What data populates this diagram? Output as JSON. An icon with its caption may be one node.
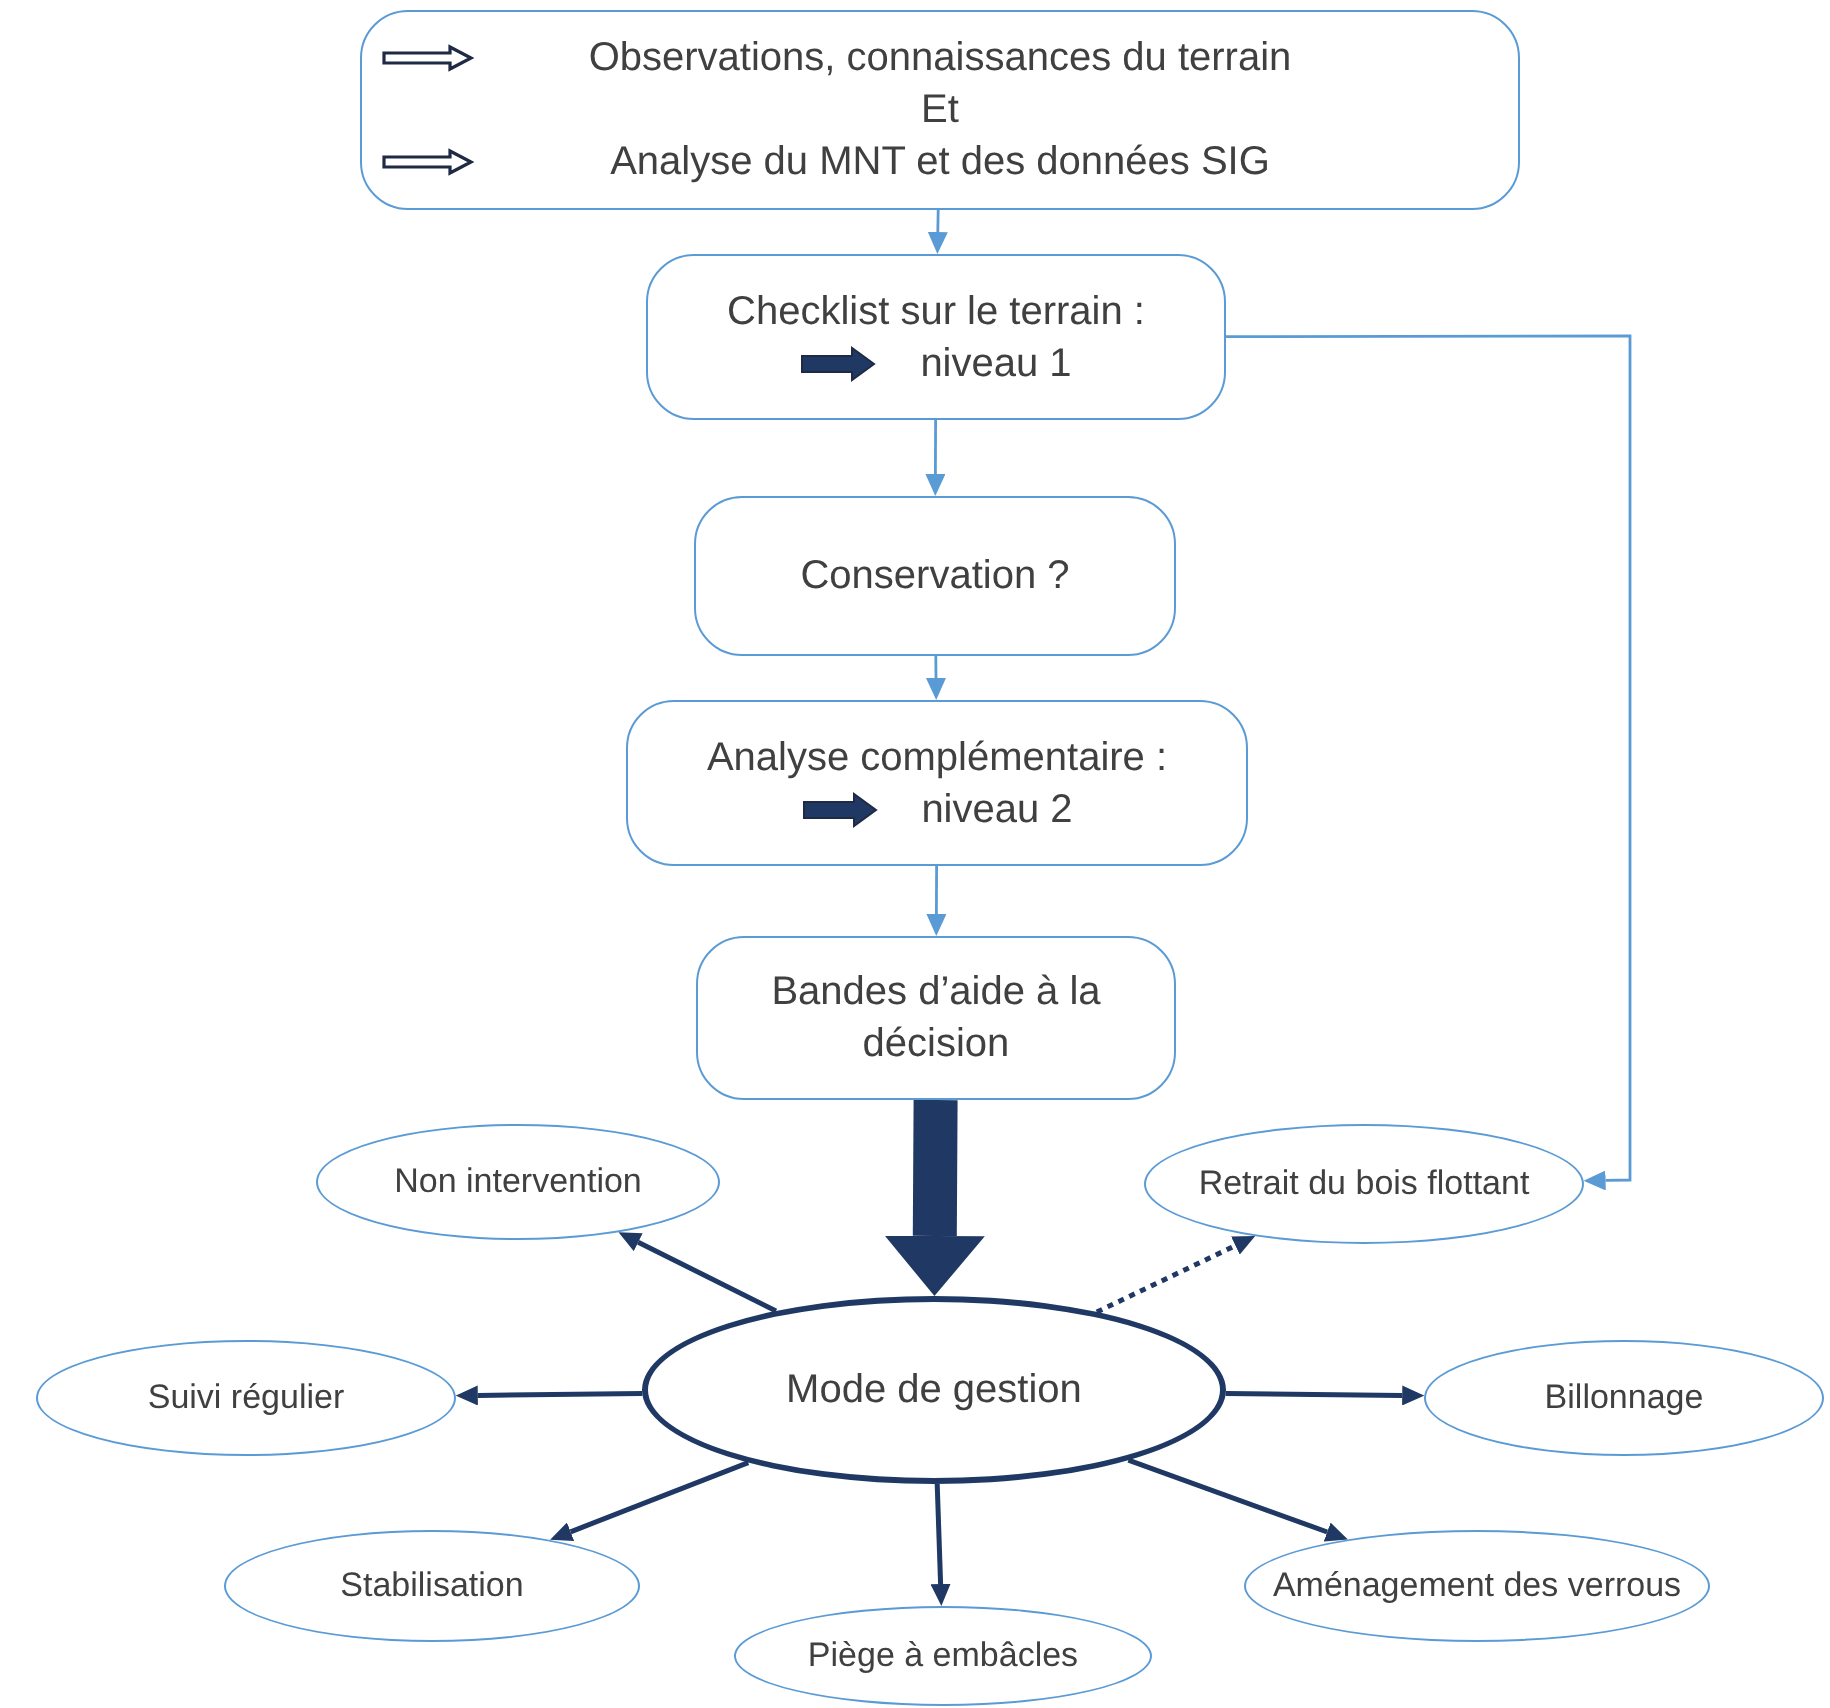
{
  "diagram": {
    "nodes": [
      {
        "text": [
          "Observations, connaissances du terrain",
          "Et",
          "Analyse du MNT et des données SIG"
        ]
      },
      {
        "text": [
          "Checklist sur le terrain :",
          "niveau 1"
        ]
      },
      {
        "text": [
          "Conservation ?"
        ]
      },
      {
        "text": [
          "Analyse complémentaire :",
          "niveau 2"
        ]
      },
      {
        "text": [
          "Bandes d’aide à la décision"
        ]
      },
      {
        "text": [
          "Mode de gestion"
        ]
      },
      {
        "text": [
          "Non intervention"
        ]
      },
      {
        "text": [
          "Retrait du bois flottant"
        ]
      },
      {
        "text": [
          "Suivi régulier"
        ]
      },
      {
        "text": [
          "Billonnage"
        ]
      },
      {
        "text": [
          "Stabilisation"
        ]
      },
      {
        "text": [
          "Piège à embâcles"
        ]
      },
      {
        "text": [
          "Aménagement des verrous"
        ]
      }
    ],
    "edges": [
      {
        "from": 0,
        "to": 1,
        "arrow": "to",
        "color": "#5b9bd5"
      },
      {
        "from": 1,
        "to": 2,
        "arrow": "to",
        "color": "#5b9bd5"
      },
      {
        "from": 2,
        "to": 3,
        "arrow": "to",
        "color": "#5b9bd5"
      },
      {
        "from": 3,
        "to": 4,
        "arrow": "to",
        "color": "#5b9bd5"
      },
      {
        "from": 1,
        "to": 7,
        "arrow": "to",
        "color": "#5b9bd5"
      },
      {
        "from": 4,
        "to": 5,
        "arrow": "to",
        "style": "thick"
      },
      {
        "from": 5,
        "to": 6,
        "arrow": "to"
      },
      {
        "from": 5,
        "to": 7,
        "arrow": "to",
        "style": "dashed"
      },
      {
        "from": 5,
        "to": 8,
        "arrow": "to"
      },
      {
        "from": 5,
        "to": 9,
        "arrow": "to"
      },
      {
        "from": 5,
        "to": 10,
        "arrow": "to"
      },
      {
        "from": 5,
        "to": 11,
        "arrow": "to"
      },
      {
        "from": 5,
        "to": 12,
        "arrow": "to"
      }
    ]
  }
}
